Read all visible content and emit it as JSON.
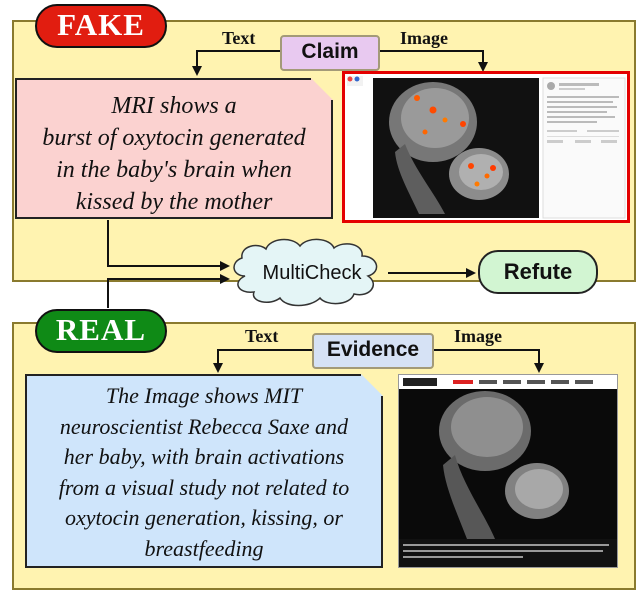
{
  "fake": {
    "label": "FAKE",
    "claim_tag": "Claim",
    "text_label": "Text",
    "image_label": "Image",
    "claim_lines": [
      "MRI shows a",
      "burst of oxytocin generated",
      "in the baby's brain when",
      "kissed by the mother"
    ]
  },
  "real": {
    "label": "REAL",
    "evidence_tag": "Evidence",
    "text_label": "Text",
    "image_label": "Image",
    "evidence_lines": [
      "The Image shows MIT",
      "neuroscientist Rebecca Saxe and",
      "her baby, with brain activations",
      "from a visual study not related to",
      "oxytocin generation, kissing, or",
      "breastfeeding"
    ]
  },
  "center": {
    "multicheck": "MultiCheck",
    "refute": "Refute"
  },
  "colors": {
    "panel_bg": "#fff3b0",
    "fake_red": "#e11d10",
    "real_green": "#0f8a16",
    "claim_box": "#fbd2d0",
    "evidence_box": "#cfe5fb",
    "claim_tag": "#e8c9f0",
    "refute_box": "#d2f5d2"
  }
}
